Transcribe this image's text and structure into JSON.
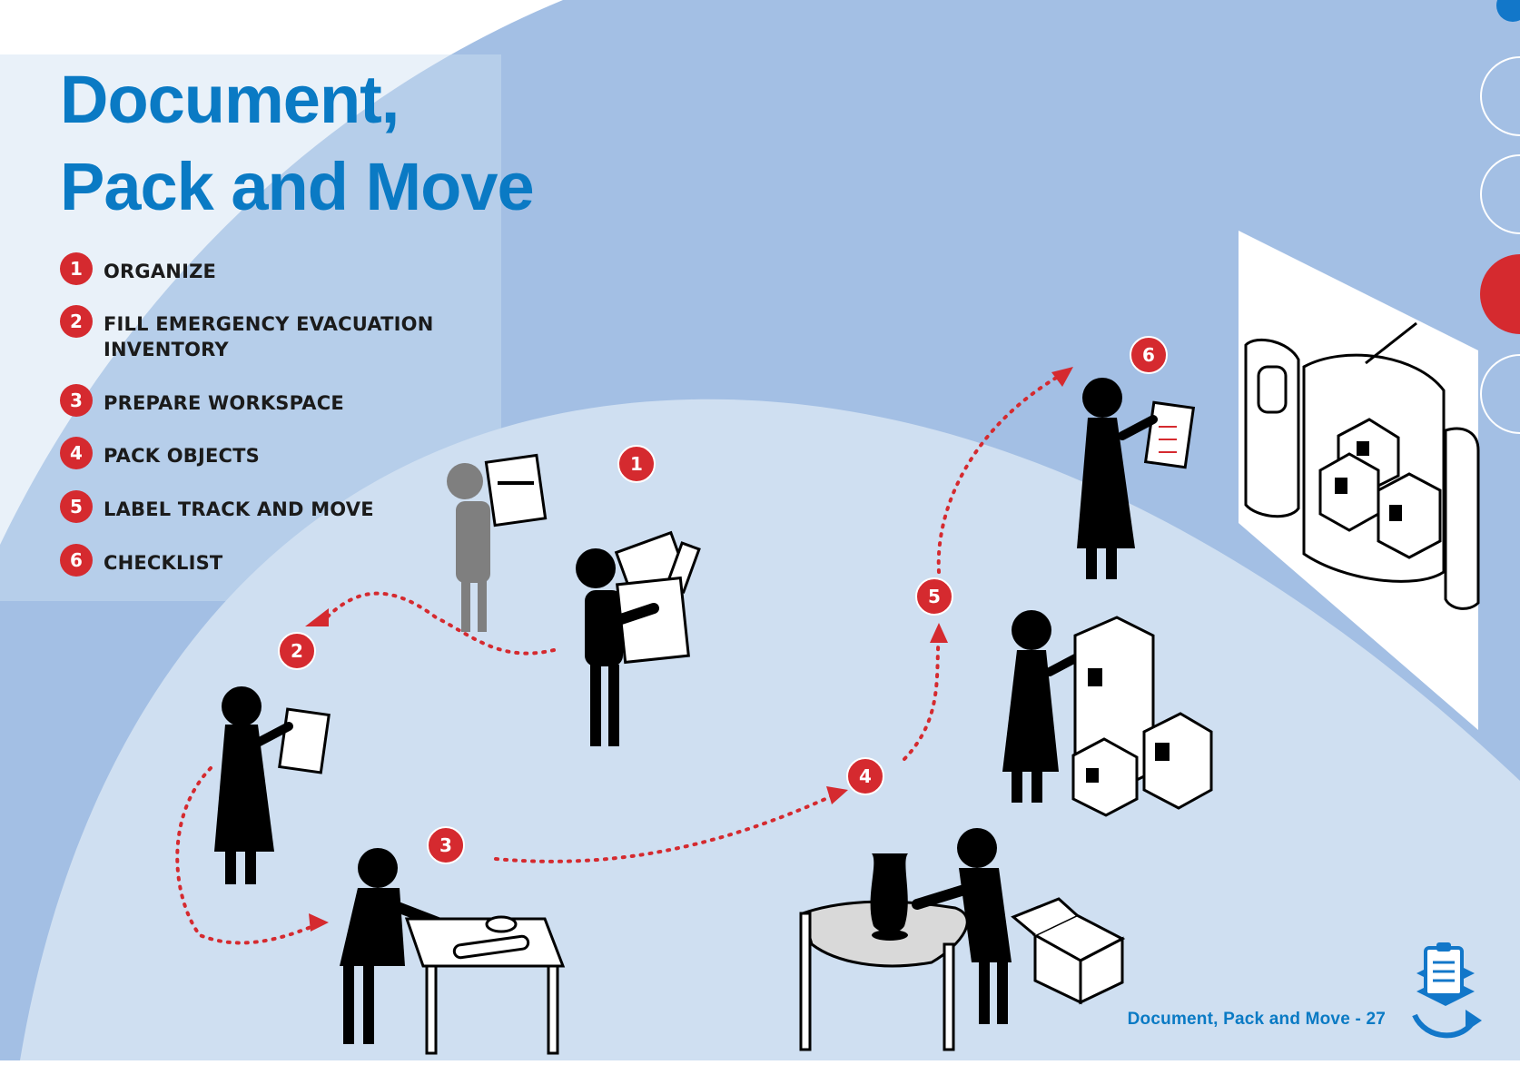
{
  "page": {
    "title_lines": [
      "Document,",
      "Pack and Move"
    ],
    "footer_caption": "Document,  Pack and Move - 27"
  },
  "steps": [
    {
      "number": "1",
      "label": "ORGANIZE"
    },
    {
      "number": "2",
      "label": "FILL EMERGENCY EVACUATION INVENTORY"
    },
    {
      "number": "3",
      "label": "PREPARE WORKSPACE"
    },
    {
      "number": "4",
      "label": "PACK OBJECTS"
    },
    {
      "number": "5",
      "label": "LABEL TRACK AND MOVE"
    },
    {
      "number": "6",
      "label": "CHECKLIST"
    }
  ],
  "markers": [
    "1",
    "2",
    "3",
    "4",
    "5",
    "6"
  ],
  "side_tabs": [
    {
      "state": "outline"
    },
    {
      "state": "outline"
    },
    {
      "state": "active"
    },
    {
      "state": "outline"
    }
  ],
  "colors": {
    "title_blue": "#0a7ac4",
    "badge_red": "#d52a2f",
    "floor_light": "#cfdff1",
    "wall_blue": "#a3bfe4",
    "path_red": "#d52a2f",
    "figure_black": "#000000",
    "figure_grey": "#7f7f7f"
  },
  "icons": {
    "footer": "clipboard-box-icon",
    "figures": "person-icon"
  }
}
